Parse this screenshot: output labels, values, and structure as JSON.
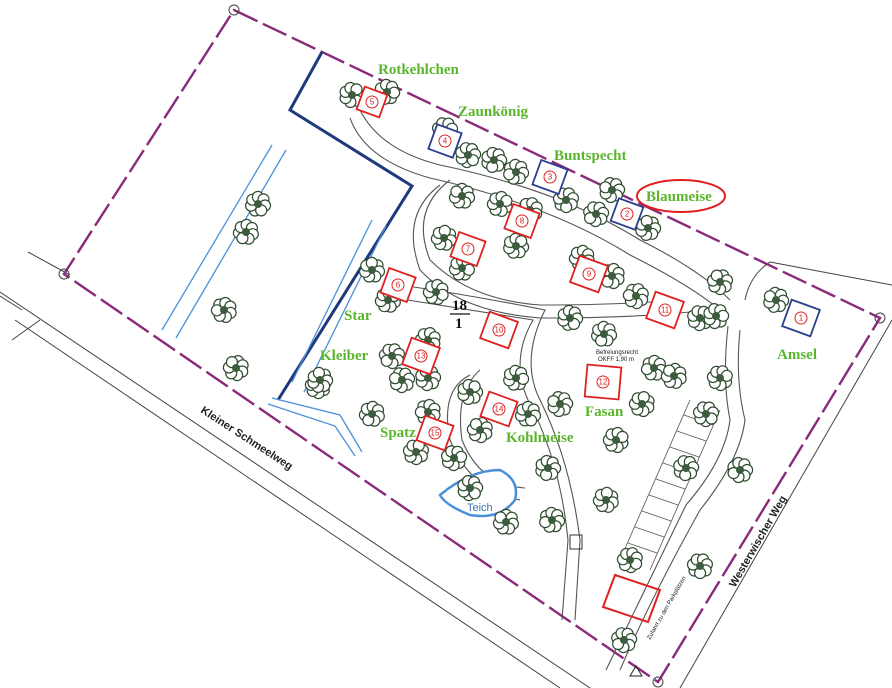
{
  "map": {
    "labels": {
      "rotkehlchen": "Rotkehlchen",
      "zaunkoenig": "Zaunkönig",
      "buntspecht": "Buntspecht",
      "blaumeise": "Blaumeise",
      "star": "Star",
      "kleiber": "Kleiber",
      "spatz": "Spatz",
      "kohlmeise": "Kohlmeise",
      "fasan": "Fasan",
      "amsel": "Amsel"
    },
    "streets": {
      "kleiner_schmeelweg": "Kleiner Schmeelweg",
      "westerwischer_weg": "Westerwischer Weg"
    },
    "teich": "Teich",
    "plot_number_top": "18",
    "plot_number_bottom": "1",
    "hut_numbers": [
      "5",
      "4",
      "3",
      "2",
      "8",
      "7",
      "9",
      "6",
      "10",
      "11",
      "13",
      "12",
      "14",
      "15",
      "1"
    ],
    "note_line1": "Befreiungsrecht",
    "note_line2": "OKFF 1,90 m",
    "parking_note": "Zufahrt zu den Parkplätzen",
    "colors": {
      "boundary": "#8a2a7a",
      "label_green": "#5bb52c",
      "highlight": "#e02020",
      "water": "#4a90d9",
      "hut": "#e02020"
    }
  }
}
